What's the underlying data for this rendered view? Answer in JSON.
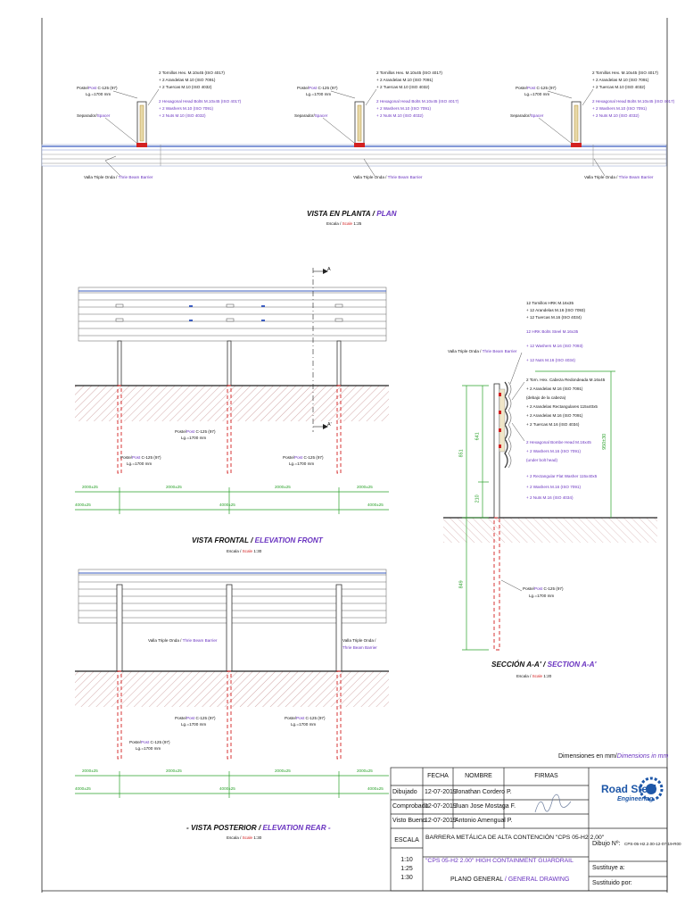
{
  "plan": {
    "units": [
      {
        "post_label_es": "Poste/",
        "post_label_en": "Post",
        "post_spec": " C-125 (97)",
        "post_length": "Lg.=1700 mm",
        "spacer_es": "Separador/",
        "spacer_en": "Spacer",
        "bolts_es": [
          "2 Tornillos Hex. M.10x45 (ISO 4017)",
          "+ 2 Arandelas M.10 (ISO 7091)",
          "+ 2 Tuercas M.10 (ISO 4032)"
        ],
        "bolts_en": [
          "2 Hexagonal Head Bolts M.10x45 (ISO 4017)",
          "+ 2 Washers M.10 (ISO 7091)",
          "+ 2 Nuts M.10 (ISO 4032)"
        ],
        "barrier_es": "Valla Triple Onda /",
        "barrier_en": " Thrie Beam Barrier"
      },
      {
        "post_label_es": "Poste/",
        "post_label_en": "Post",
        "post_spec": " C-125 (97)",
        "post_length": "Lg.=1700 mm",
        "spacer_es": "Separador/",
        "spacer_en": "Spacer",
        "bolts_es": [
          "2 Tornillos Hex. M.10x45 (ISO 4017)",
          "+ 2 Arandelas M.10 (ISO 7091)",
          "+ 2 Tuercas M.10 (ISO 4032)"
        ],
        "bolts_en": [
          "2 Hexagonal Head Bolts M.10x45 (ISO 4017)",
          "+ 2 Washers M.10 (ISO 7091)",
          "+ 2 Nuts M.10 (ISO 4032)"
        ],
        "barrier_es": "Valla Triple Onda /",
        "barrier_en": " Thrie Beam Barrier"
      },
      {
        "post_label_es": "Poste/",
        "post_label_en": "Post",
        "post_spec": " C-125 (97)",
        "post_length": "Lg.=1700 mm",
        "spacer_es": "Separador/",
        "spacer_en": "Spacer",
        "bolts_es": [
          "2 Tornillos Hex. M.10x45 (ISO 4017)",
          "+ 2 Arandelas M.10 (ISO 7091)",
          "+ 2 Tuercas M.10 (ISO 4032)"
        ],
        "bolts_en": [
          "2 Hexagonal Head Bolts M.10x45 (ISO 4017)",
          "+ 2 Washers M.10 (ISO 7091)",
          "+ 2 Nuts M.10 (ISO 4032)"
        ],
        "barrier_es": "Valla Triple Onda /",
        "barrier_en": " Thrie Beam Barrier"
      }
    ],
    "title_es": "VISTA EN PLANTA /",
    "title_en": " PLAN",
    "scale_es": "Escala /",
    "scale_en": " Scale",
    "scale_val": " 1:25"
  },
  "front": {
    "title_es": "VISTA FRONTAL /",
    "title_en": " ELEVATION FRONT",
    "scale_es": "Escala /",
    "scale_en": " Scale",
    "scale_val": " 1:30",
    "section_mark_top": "A",
    "section_mark_bottom": "A'",
    "post_label_es": "Poste/",
    "post_label_en": "Post",
    "post_spec": " C-125 (97)",
    "post_length": "Lg.=1700 mm",
    "dim_top": [
      "2000±25",
      "2000±25",
      "2000±25",
      "2000±25"
    ],
    "dim_bottom": [
      "4000±25",
      "4000±25",
      "4000±25"
    ]
  },
  "rear": {
    "title_es": "- VISTA POSTERIOR /",
    "title_en": " ELEVATION REAR -",
    "scale_es": "Escala /",
    "scale_en": " Scale",
    "scale_val": " 1:30",
    "barrier_es": "Valla Triple Onda /",
    "barrier_en": " Thrie Beam Barrier",
    "dim_top": [
      "2000±25",
      "2000±25",
      "2000±25",
      "2000±25"
    ],
    "dim_bottom": [
      "4000±25",
      "4000±25",
      "4000±25"
    ]
  },
  "section": {
    "title_es": "SECCIÓN A-A' /",
    "title_en": " SECTION A-A'",
    "scale_es": "Escala /",
    "scale_en": " Scale",
    "scale_val": " 1:20",
    "barrier_es": "Valla Triple Onda /",
    "barrier_en": " Thrie Beam Barrier",
    "top_es": [
      "12 Tornillos HRK M.16x35",
      "+ 12 Arandelas M.16 (ISO 7093)",
      "+ 12 Tuercas M.16 (ISO 4034)"
    ],
    "top_en": [
      "12 HRK Bolts Steel M.16x35",
      "+ 12 Washers M.16 (ISO 7093)",
      "+ 12 Nuts M.16 (ISO 4034)"
    ],
    "mid_es": [
      "2 Torn. Hex. Cabeza Redondeada M.16x45",
      "+ 2 Arandelas M.16 (ISO 7091)",
      "(debajo de la cabeza)",
      "+ 2 Arandelas Rectangulares 115x40x5",
      "+ 2 Arandelas M.16 (ISO 7091)",
      "+ 2 Tuercas M.16 (ISO 4034)"
    ],
    "mid_en": [
      "2 Hexagonal Bombe Head M.16x45",
      "+ 2 Washers M.16 (ISO 7091)",
      "(under bolt head)",
      "+ 2 Rectangular Flat Washer 115x40x5",
      "+ 2 Washers M.16 (ISO 7091)",
      "+ 2 Nuts M.16 (ISO 4034)"
    ],
    "post_label_es": "Poste/",
    "post_label_en": "Post",
    "post_spec": " C-125 (97)",
    "post_length": "Lg.=1700 mm",
    "dims": [
      "851",
      "641",
      "210",
      "849",
      "950±30"
    ]
  },
  "dimensions_note_es": "Dimensiones en mm/",
  "dimensions_note_en": "Dimensions in mm",
  "title_block": {
    "headers": [
      "FECHA",
      "NOMBRE",
      "FIRMAS"
    ],
    "rows": [
      {
        "role": "Dibujado",
        "date": "12-07-2019",
        "name": "Jonathan Cordero P."
      },
      {
        "role": "Comprobado",
        "date": "12-07-2019",
        "name": "Juan Jose Mostaga F."
      },
      {
        "role": "Visto Bueno",
        "date": "12-07-2019",
        "name": "Antonio Amengual P."
      }
    ],
    "escala_label": "ESCALA",
    "scales": [
      "1:10",
      "1:25",
      "1:30"
    ],
    "project_es": "BARRERA METÁLICA DE ALTA CONTENCIÓN \"CPS 05-H2 2,00\"",
    "project_en": "\"CPS 05-H2 2.00\" HIGH CONTAINMENT GUARDRAIL",
    "plan_es": "PLANO GENERAL",
    "plan_en": "/  GENERAL DRAWING",
    "drawing_no_label": "Dibujo Nº:",
    "drawing_no": "CPS-05-H2.2.00-12-07-19-R00",
    "sustituye_label": "Sustituye a:",
    "sustituido_label": "Sustituido por:",
    "logo_line1": "Road Steel",
    "logo_line2": "Engineering"
  },
  "colors": {
    "red": "#d32020",
    "purple": "#6a34c0",
    "green": "#2aa12a",
    "blue": "#3030c0"
  }
}
